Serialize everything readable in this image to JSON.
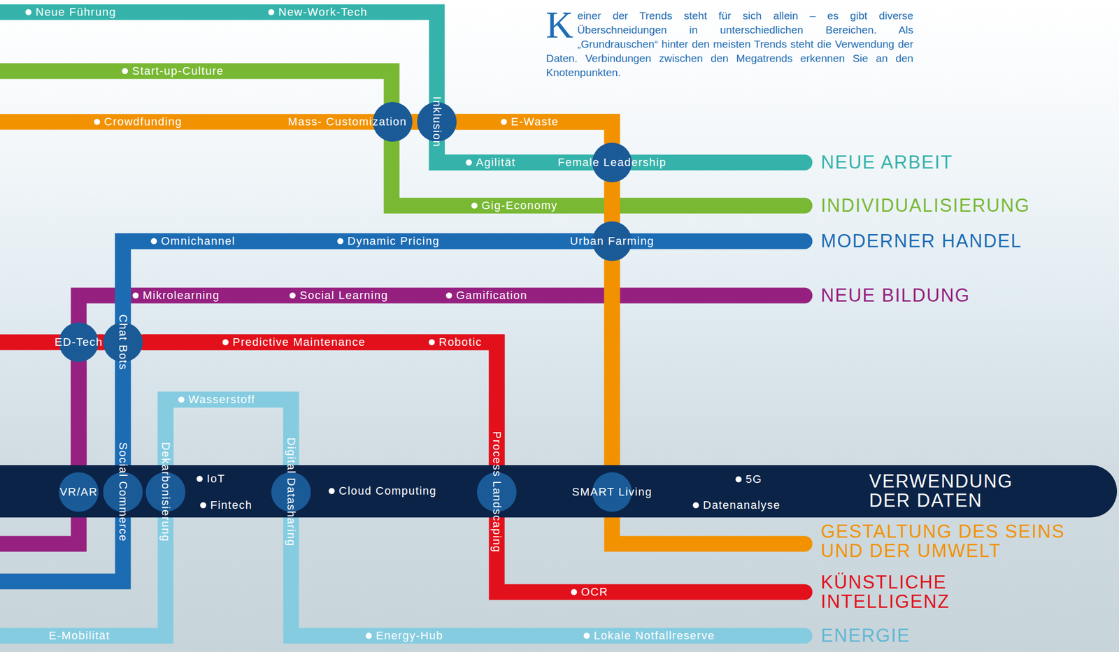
{
  "diagram": {
    "nodes": [
      {
        "text": [
          "Mass- Customization"
        ]
      },
      {
        "text": [
          "Inklusion"
        ]
      },
      {
        "text": [
          "Female Leadership"
        ]
      },
      {
        "text": [
          "Urban Farming"
        ]
      },
      {
        "text": [
          "ED-Tech"
        ]
      },
      {
        "text": [
          "Chat Bots"
        ]
      },
      {
        "text": [
          "VERWENDUNG DER DATEN"
        ]
      },
      {
        "text": [
          "VR/AR"
        ],
        "in": 6
      },
      {
        "text": [
          "Social Commerce"
        ],
        "in": 6
      },
      {
        "text": [
          "Dekarbonisierung"
        ],
        "in": 6
      },
      {
        "text": [
          "Digital Datasharing"
        ],
        "in": 6
      },
      {
        "text": [
          "Process Landscaping"
        ],
        "in": 6
      },
      {
        "text": [
          "SMART Living"
        ],
        "in": 6
      }
    ],
    "edges": [
      {
        "from": 0,
        "to": 1,
        "arrow": "none"
      },
      {
        "from": 1,
        "to": 2,
        "arrow": "none"
      },
      {
        "from": 1,
        "to": 2,
        "arrow": "none"
      },
      {
        "from": 2,
        "to": 3,
        "arrow": "none"
      },
      {
        "from": 3,
        "to": 12,
        "arrow": "none"
      },
      {
        "from": 3,
        "to": 5,
        "arrow": "none"
      },
      {
        "from": 5,
        "to": 8,
        "arrow": "none"
      },
      {
        "from": 4,
        "to": 7,
        "arrow": "none"
      },
      {
        "from": 4,
        "to": 5,
        "arrow": "none"
      },
      {
        "from": 5,
        "to": 11,
        "arrow": "none"
      },
      {
        "from": 9,
        "to": 10,
        "arrow": "none"
      }
    ],
    "labels": [
      "Keiner der Trends steht für sich allein – es gibt diverse Überschneidungen in unterschiedlichen Bereichen. Als „Grundrauschen“ hinter den meisten Trends steht die Verwendung der Daten. Verbindungen zwischen den Megatrends erkennen Sie an den Knotenpunkten.",
      "Neue Führung",
      "New-Work-Tech",
      "Start-up-Culture",
      "Crowdfunding",
      "E-Waste",
      "Agilität",
      "NEUE ARBEIT",
      "Gig-Economy",
      "INDIVIDUALISIERUNG",
      "Omnichannel",
      "Dynamic Pricing",
      "MODERNER HANDEL",
      "Mikrolearning",
      "Social Learning",
      "Gamification",
      "NEUE BILDUNG",
      "Predictive Maintenance",
      "Robotic",
      "Wasserstoff",
      "IoT",
      "5G",
      "Cloud Computing",
      "Fintech",
      "Datenanalyse",
      "GESTALTUNG DES SEINS UND DER UMWELT",
      "OCR",
      "KÜNSTLICHE INTELLIGENZ",
      "E-Mobilität",
      "Energy-Hub",
      "Lokale Notfallreserve",
      "ENERGIE"
    ]
  }
}
